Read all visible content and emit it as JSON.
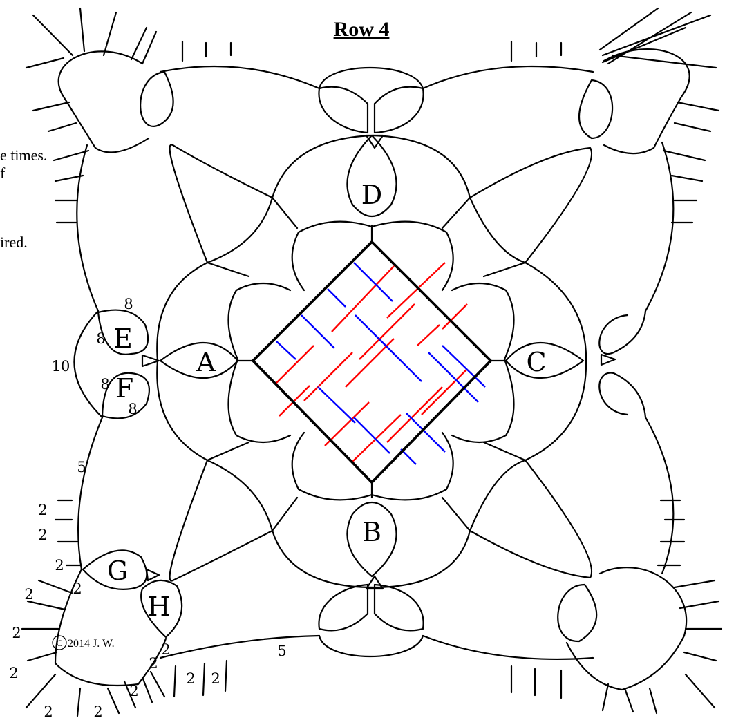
{
  "title": "Row 4",
  "notes": [
    "e times.",
    "f",
    "ired."
  ],
  "copyright": "2014 J. W.",
  "copyright_symbol": "C",
  "ring_labels": [
    "A",
    "B",
    "C",
    "D",
    "E",
    "F",
    "G",
    "H"
  ],
  "stitch_counts": {
    "e_top": "8",
    "e_side": "8",
    "ef_chain": "10",
    "f_side": "8",
    "f_bottom": "8",
    "chain_left": "5",
    "chain_bottom": "5",
    "picot": "2"
  },
  "colors": {
    "ink": "#000000",
    "red_weave": "#ff0000",
    "blue_weave": "#0000ff"
  }
}
